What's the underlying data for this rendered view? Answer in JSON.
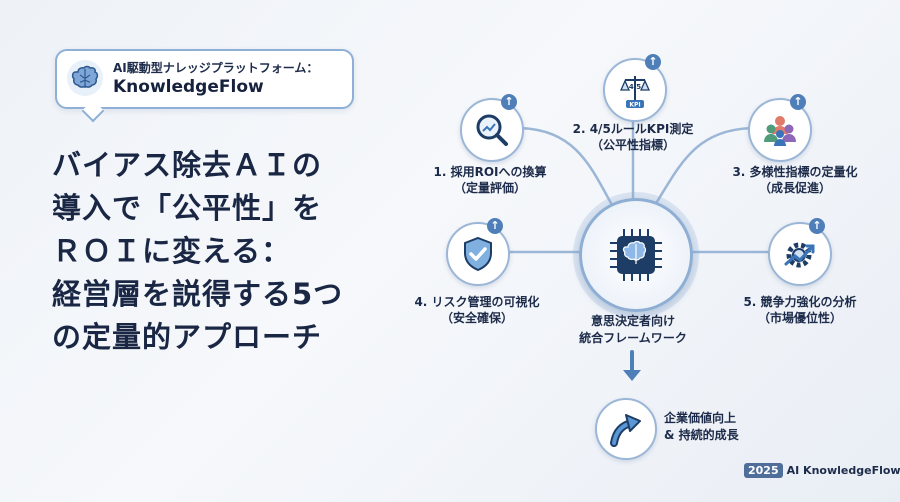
{
  "badge": {
    "subtitle": "AI駆動型ナレッジプラットフォーム：",
    "brand": "KnowledgeFlow",
    "logo_icon": "brain-icon"
  },
  "headline": {
    "lines": [
      "バイアス除去ＡＩの",
      "導入で「公平性」を",
      "ＲＯＩに変える：",
      "経営層を説得する5つ",
      "の定量的アプローチ"
    ]
  },
  "center": {
    "icon": "brain-chip-icon",
    "label_line1": "意思決定者向け",
    "label_line2": "統合フレームワーク"
  },
  "nodes": [
    {
      "id": "1",
      "icon": "magnifier-chart-icon",
      "line1": "1. 採用ROIへの換算",
      "line2": "（定量評価）"
    },
    {
      "id": "2",
      "icon": "scale-kpi-icon",
      "line1": "2. 4/5ルールKPI測定",
      "line2": "（公平性指標）",
      "icon_text_top": "4/5",
      "icon_text_bottom": "KPI"
    },
    {
      "id": "3",
      "icon": "diverse-people-icon",
      "line1": "3. 多様性指標の定量化",
      "line2": "（成長促進）"
    },
    {
      "id": "4",
      "icon": "shield-check-icon",
      "line1": "4. リスク管理の可視化",
      "line2": "（安全確保）"
    },
    {
      "id": "5",
      "icon": "gear-trend-icon",
      "line1": "5. 競争力強化の分析",
      "line2": "（市場優位性）"
    }
  ],
  "result": {
    "icon": "upward-arrow-icon",
    "line1": "企業価値向上",
    "line2": "& 持続的成長"
  },
  "footer": {
    "year": "2025",
    "text": "AI KnowledgeFlow"
  },
  "colors": {
    "accent": "#4f7fb8",
    "border": "#9bb6d6",
    "text": "#1d2b4a"
  }
}
